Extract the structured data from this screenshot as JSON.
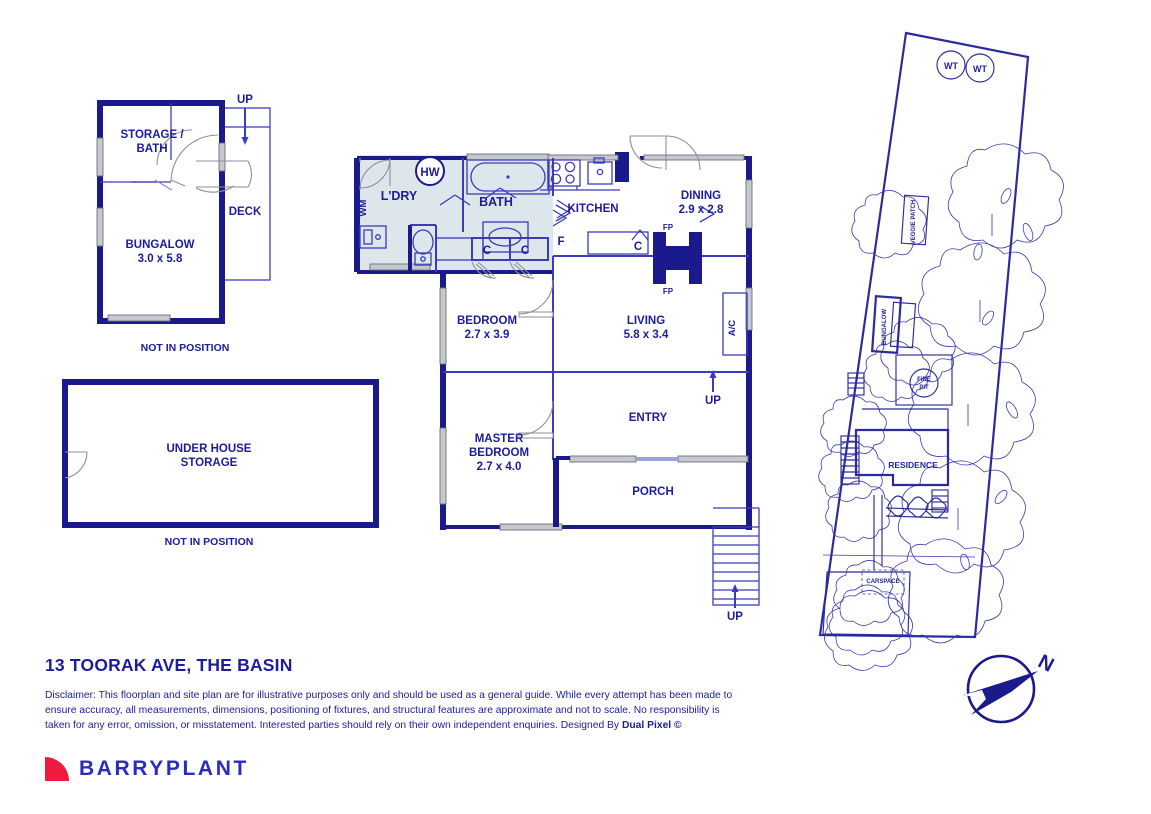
{
  "meta": {
    "title": "13 TOORAK AVE, THE BASIN",
    "disclaimer_part1": "Disclaimer: This floorplan and site plan are for illustrative purposes only and should be used as a general guide. While every attempt has been made to ensure accuracy, all measurements, dimensions, positioning of fixtures, and structural features are approximate and not to scale. No responsibility is taken for any error, omission, or misstatement. Interested parties should rely on their own independent enquiries. Designed By ",
    "disclaimer_bold": "Dual Pixel ©",
    "brand": "BARRYPLANT",
    "colors": {
      "ink": "#1c1c9c",
      "wall": "#1a1a8c",
      "thin": "#3b3bbe",
      "wet_fill": "#dde6ea",
      "brand_red": "#ef1b41",
      "brand_blue": "#2b2bc4",
      "window": "#b9bcc4"
    }
  },
  "bungalow_block": {
    "rooms": [
      {
        "name": "storage-bath",
        "label_line1": "STORAGE /",
        "label_line2": "BATH"
      },
      {
        "name": "deck",
        "label_line1": "DECK",
        "label_line2": ""
      },
      {
        "name": "bungalow",
        "label_line1": "BUNGALOW",
        "label_line2": "3.0 x 5.8"
      }
    ],
    "up_label": "UP",
    "footnote": "NOT IN POSITION"
  },
  "under_house_block": {
    "label_line1": "UNDER HOUSE",
    "label_line2": "STORAGE",
    "footnote": "NOT IN POSITION"
  },
  "main_floorplan": {
    "rooms": [
      {
        "name": "laundry",
        "label_line1": "L'DRY",
        "label_line2": ""
      },
      {
        "name": "bath",
        "label_line1": "BATH",
        "label_line2": ""
      },
      {
        "name": "kitchen",
        "label_line1": "KITCHEN",
        "label_line2": ""
      },
      {
        "name": "dining",
        "label_line1": "DINING",
        "label_line2": "2.9 x 2.8"
      },
      {
        "name": "bedroom",
        "label_line1": "BEDROOM",
        "label_line2": "2.7 x 3.9"
      },
      {
        "name": "living",
        "label_line1": "LIVING",
        "label_line2": "5.8 x 3.4"
      },
      {
        "name": "entry",
        "label_line1": "ENTRY",
        "label_line2": ""
      },
      {
        "name": "master-bedroom",
        "label_line1": "MASTER",
        "label_line2": "BEDROOM",
        "label_line3": "2.7 x 4.0"
      },
      {
        "name": "porch",
        "label_line1": "PORCH",
        "label_line2": ""
      }
    ],
    "fixture_labels": {
      "hot_water": "HW",
      "washing_machine": "WM",
      "cupboard_a": "C",
      "cupboard_b": "C",
      "cupboard_c": "C",
      "fridge": "F",
      "fireplace_top": "FP",
      "fireplace_bottom": "FP",
      "air_con": "A/C"
    },
    "stair_labels": {
      "up_living": "UP",
      "up_stairs": "UP"
    }
  },
  "site_plan": {
    "labels": [
      {
        "name": "water-tank-1",
        "text": "WT"
      },
      {
        "name": "water-tank-2",
        "text": "WT"
      },
      {
        "name": "veggie-patch",
        "text": "VEGGIE PATCH"
      },
      {
        "name": "bungalow",
        "text": "BUNGALOW"
      },
      {
        "name": "fire-pit-l1",
        "text": "FIRE"
      },
      {
        "name": "fire-pit-l2",
        "text": "PIT"
      },
      {
        "name": "residence",
        "text": "RESIDENCE"
      },
      {
        "name": "carspace",
        "text": "CARSPACE"
      }
    ]
  },
  "compass": {
    "north_label": "N"
  }
}
